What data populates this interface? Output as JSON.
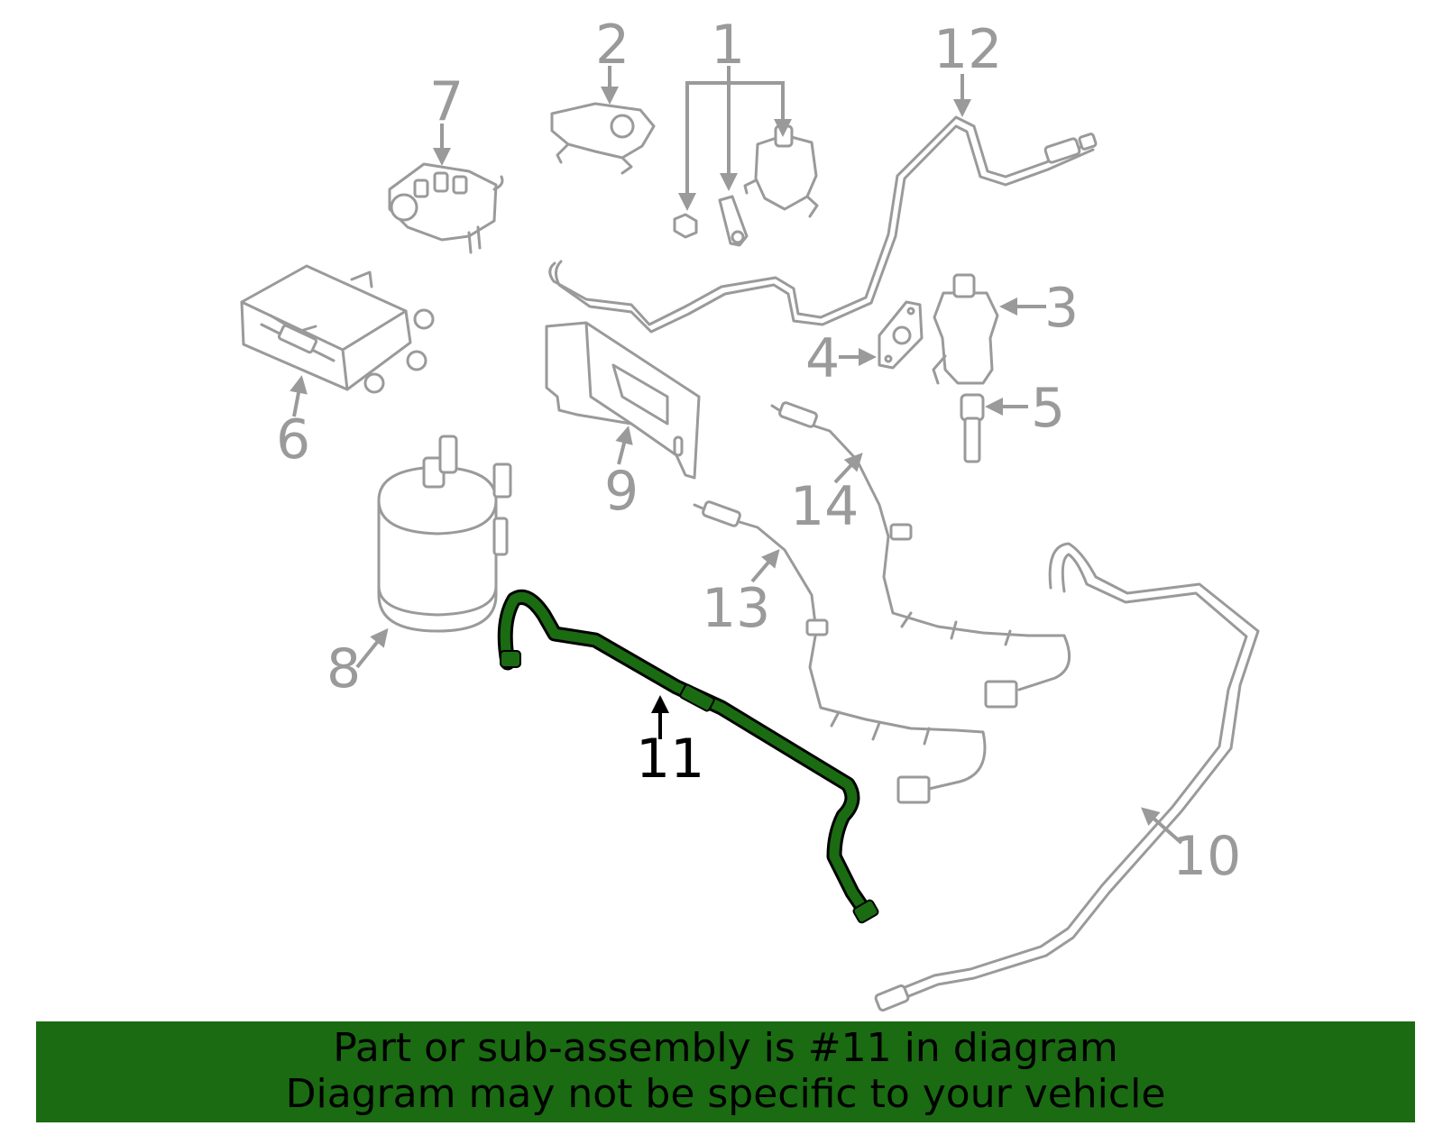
{
  "callouts": [
    "1",
    "2",
    "3",
    "4",
    "5",
    "6",
    "7",
    "8",
    "9",
    "10",
    "11",
    "12",
    "13",
    "14"
  ],
  "highlighted_callout": "11",
  "colors": {
    "part": "#9a9a9a",
    "highlight": "#1a6b12",
    "banner": "#1a6b12"
  },
  "banner": {
    "line1": "Part or sub-assembly is #11 in diagram",
    "line2": "Diagram may not be specific to your vehicle"
  }
}
